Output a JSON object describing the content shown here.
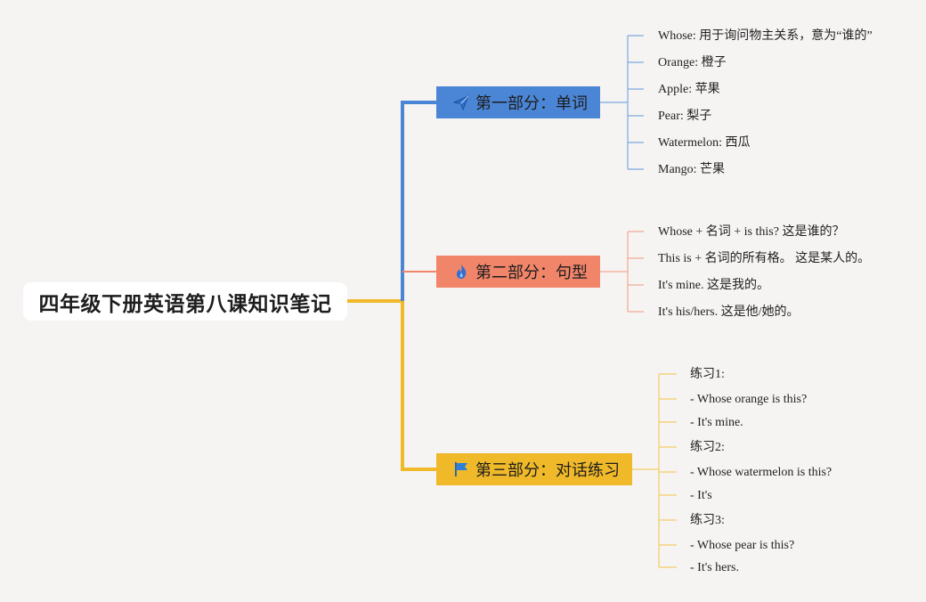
{
  "title": "四年级下册英语第八课知识笔记",
  "colors": {
    "blue": "#4b86d6",
    "orange": "#f1856a",
    "yellow": "#f0b929"
  },
  "branches": [
    {
      "label": "第一部分：单词",
      "icon": "paper-plane-icon",
      "items": [
        "Whose: 用于询问物主关系，意为“谁的”",
        "Orange: 橙子",
        "Apple: 苹果",
        "Pear: 梨子",
        "Watermelon: 西瓜",
        "Mango: 芒果"
      ]
    },
    {
      "label": "第二部分：句型",
      "icon": "flame-icon",
      "items": [
        "Whose + 名词 + is this? 这是谁的？",
        "This is + 名词的所有格。 这是某人的。",
        "It's mine. 这是我的。",
        "It's his/hers. 这是他/她的。"
      ]
    },
    {
      "label": "第三部分：对话练习",
      "icon": "flag-icon",
      "items": [
        "练习1:",
        "- Whose orange is this?",
        "- It's mine.",
        "练习2:",
        "- Whose watermelon is this?",
        "- It's",
        "练习3:",
        "- Whose pear is this?",
        "- It's hers."
      ]
    }
  ]
}
